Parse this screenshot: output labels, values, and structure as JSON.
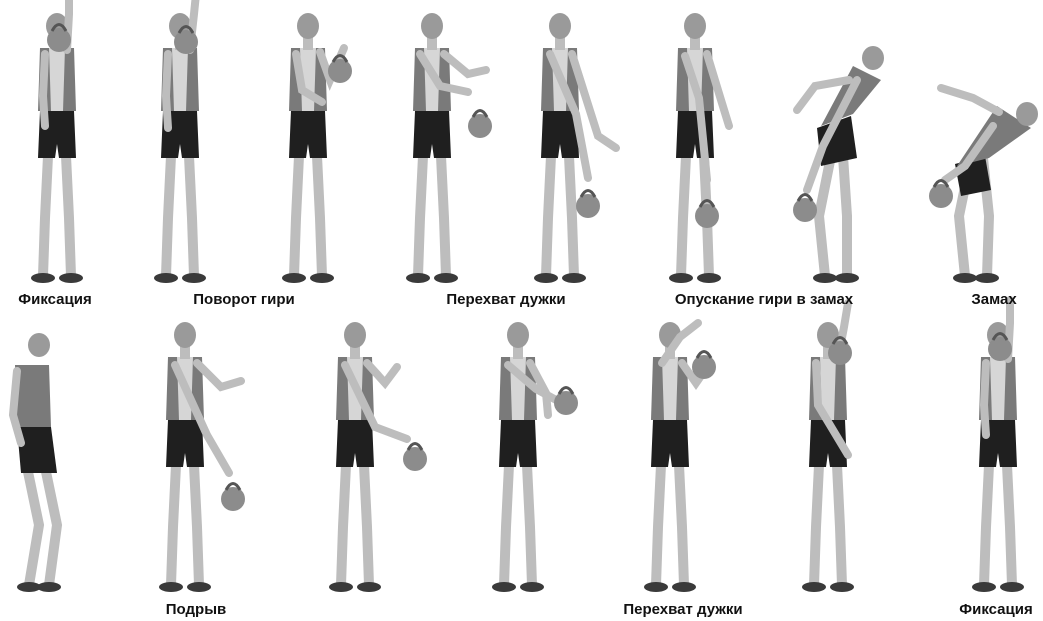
{
  "captions": {
    "row1": [
      "Фиксация",
      "Поворот гири",
      "Перехват дужки",
      "Опускание гири в замах",
      "Замах"
    ],
    "row2": [
      "Подрыв",
      "Перехват дужки",
      "Фиксация"
    ]
  },
  "figure_icons": "athlete-silhouette-with-kettlebell",
  "colors": {
    "skin": "#bdbdbd",
    "shorts": "#1f1f1f",
    "shirt": "#7a7a7a",
    "kettlebell": "#8c8c8c",
    "shoe": "#3a3a3a"
  }
}
